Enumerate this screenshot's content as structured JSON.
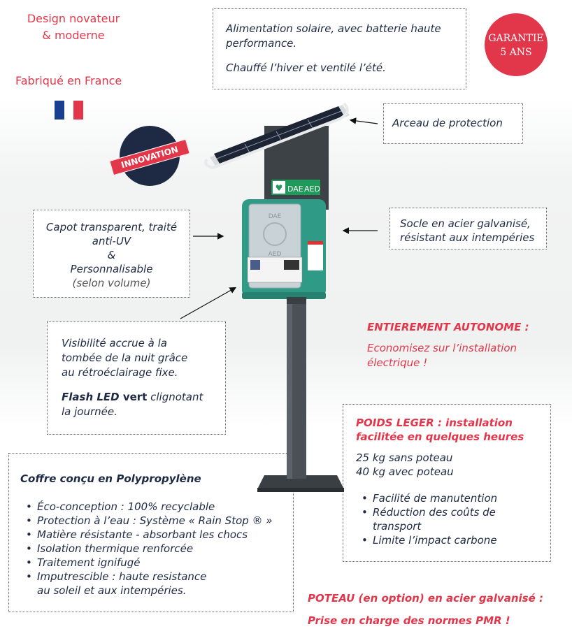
{
  "top_left": {
    "design_line1": "Design novateur",
    "design_line2": "& moderne",
    "made_in": "Fabriqué en France"
  },
  "top_box": {
    "line1": "Alimentation solaire, avec batterie haute",
    "line2": "performance.",
    "line3": "Chauffé l’hiver et ventilé l’été."
  },
  "guarantee": {
    "line1": "GARANTIE",
    "line2": "5 ANS"
  },
  "innovation_badge": "INNOVATION",
  "arceau_label": "Arceau de protection",
  "socle": {
    "line1": "Socle en acier galvanisé,",
    "line2": "résistant aux intempéries"
  },
  "capot": {
    "line1": "Capot transparent, traité",
    "line2": "anti-UV",
    "line3": "&",
    "line4": "Personnalisable",
    "line5": "(selon volume)"
  },
  "visibility": {
    "line1": "Visibilité accrue à la",
    "line2": "tombée de la nuit grâce",
    "line3": "au rétroéclairage fixe.",
    "flash_bold": "Flash LED",
    "flash_vert": " vert",
    "flash_rest": " clignotant",
    "flash_line2": "la journée."
  },
  "autonome": {
    "title": "ENTIEREMENT AUTONOME :",
    "line1": "Economisez sur l’installation",
    "line2": "électrique !"
  },
  "poids": {
    "title1": "POIDS LEGER : installation",
    "title2": "facilitée en quelques heures",
    "weight1": "25 kg sans poteau",
    "weight2": "40 kg avec poteau",
    "items": [
      "Facilité de manutention",
      "Réduction des coûts de",
      "transport",
      "Limite l’impact carbone"
    ]
  },
  "coffre": {
    "title": "Coffre conçu en Polypropylène",
    "items": [
      "Éco-conception : 100% recyclable",
      "Protection à l’eau : Système « Rain Stop ® »",
      "Matière résistante - absorbant les chocs",
      "Isolation thermique renforcée",
      "Traitement ignifugé",
      "Imputrescible : haute resistance",
      "au soleil et aux intempéries."
    ]
  },
  "poteau": {
    "line1": "POTEAU (en option) en acier galvanisé :",
    "line2": "Prise en charge des normes PMR !"
  },
  "product": {
    "sign_dae": "DAE",
    "sign_aed": "AED",
    "cabinet_top": "DAE",
    "cabinet_bottom": "AED"
  },
  "colors": {
    "accent_red": "#e2374a",
    "navy": "#1e2a44",
    "teal": "#2f9b86",
    "flag_blue": "#1b3f8f",
    "flag_red": "#e2374a"
  }
}
